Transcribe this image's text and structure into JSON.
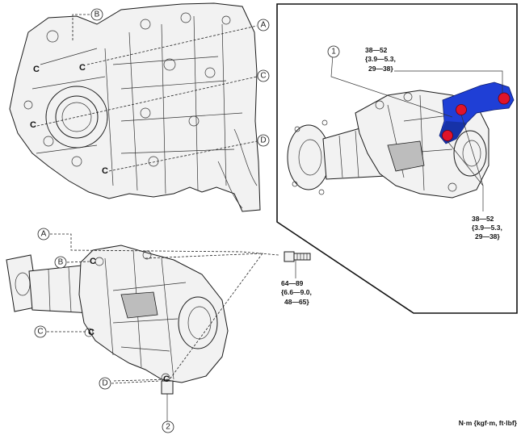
{
  "labels": {
    "A": "A",
    "B": "B",
    "C": "C",
    "D": "D",
    "one": "1",
    "two": "2"
  },
  "torque_upper": [
    "38—52",
    "{3.9—5.3,",
    "29—38}"
  ],
  "torque_lower": [
    "38—52",
    "{3.9—5.3,",
    "29—38}"
  ],
  "torque_bolt": [
    "64—89",
    "{6.6—9.0,",
    "48—65}"
  ],
  "unit_label": "N·m {kgf·m, ft·lbf}",
  "colors": {
    "bracket_blue": "#1f3fd6",
    "bolt_red": "#e0142a"
  }
}
